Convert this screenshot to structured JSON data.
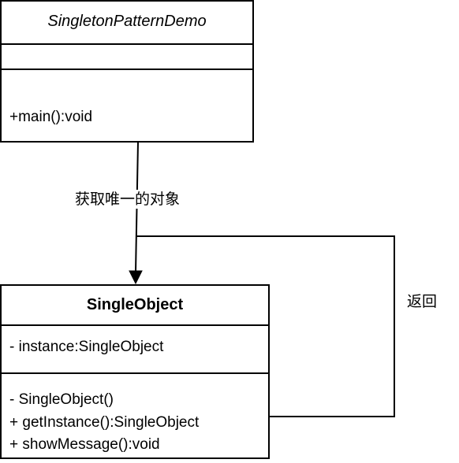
{
  "demo_class": {
    "name": "SingletonPatternDemo",
    "attributes": [],
    "methods": [
      "+main():void"
    ]
  },
  "single_object_class": {
    "name": "SingleObject",
    "attributes": [
      "- instance:SingleObject"
    ],
    "methods": [
      "- SingleObject()",
      "+ getInstance():SingleObject",
      "+ showMessage():void"
    ]
  },
  "edges": {
    "get_instance_label": "获取唯一的对象",
    "return_label": "返回"
  }
}
